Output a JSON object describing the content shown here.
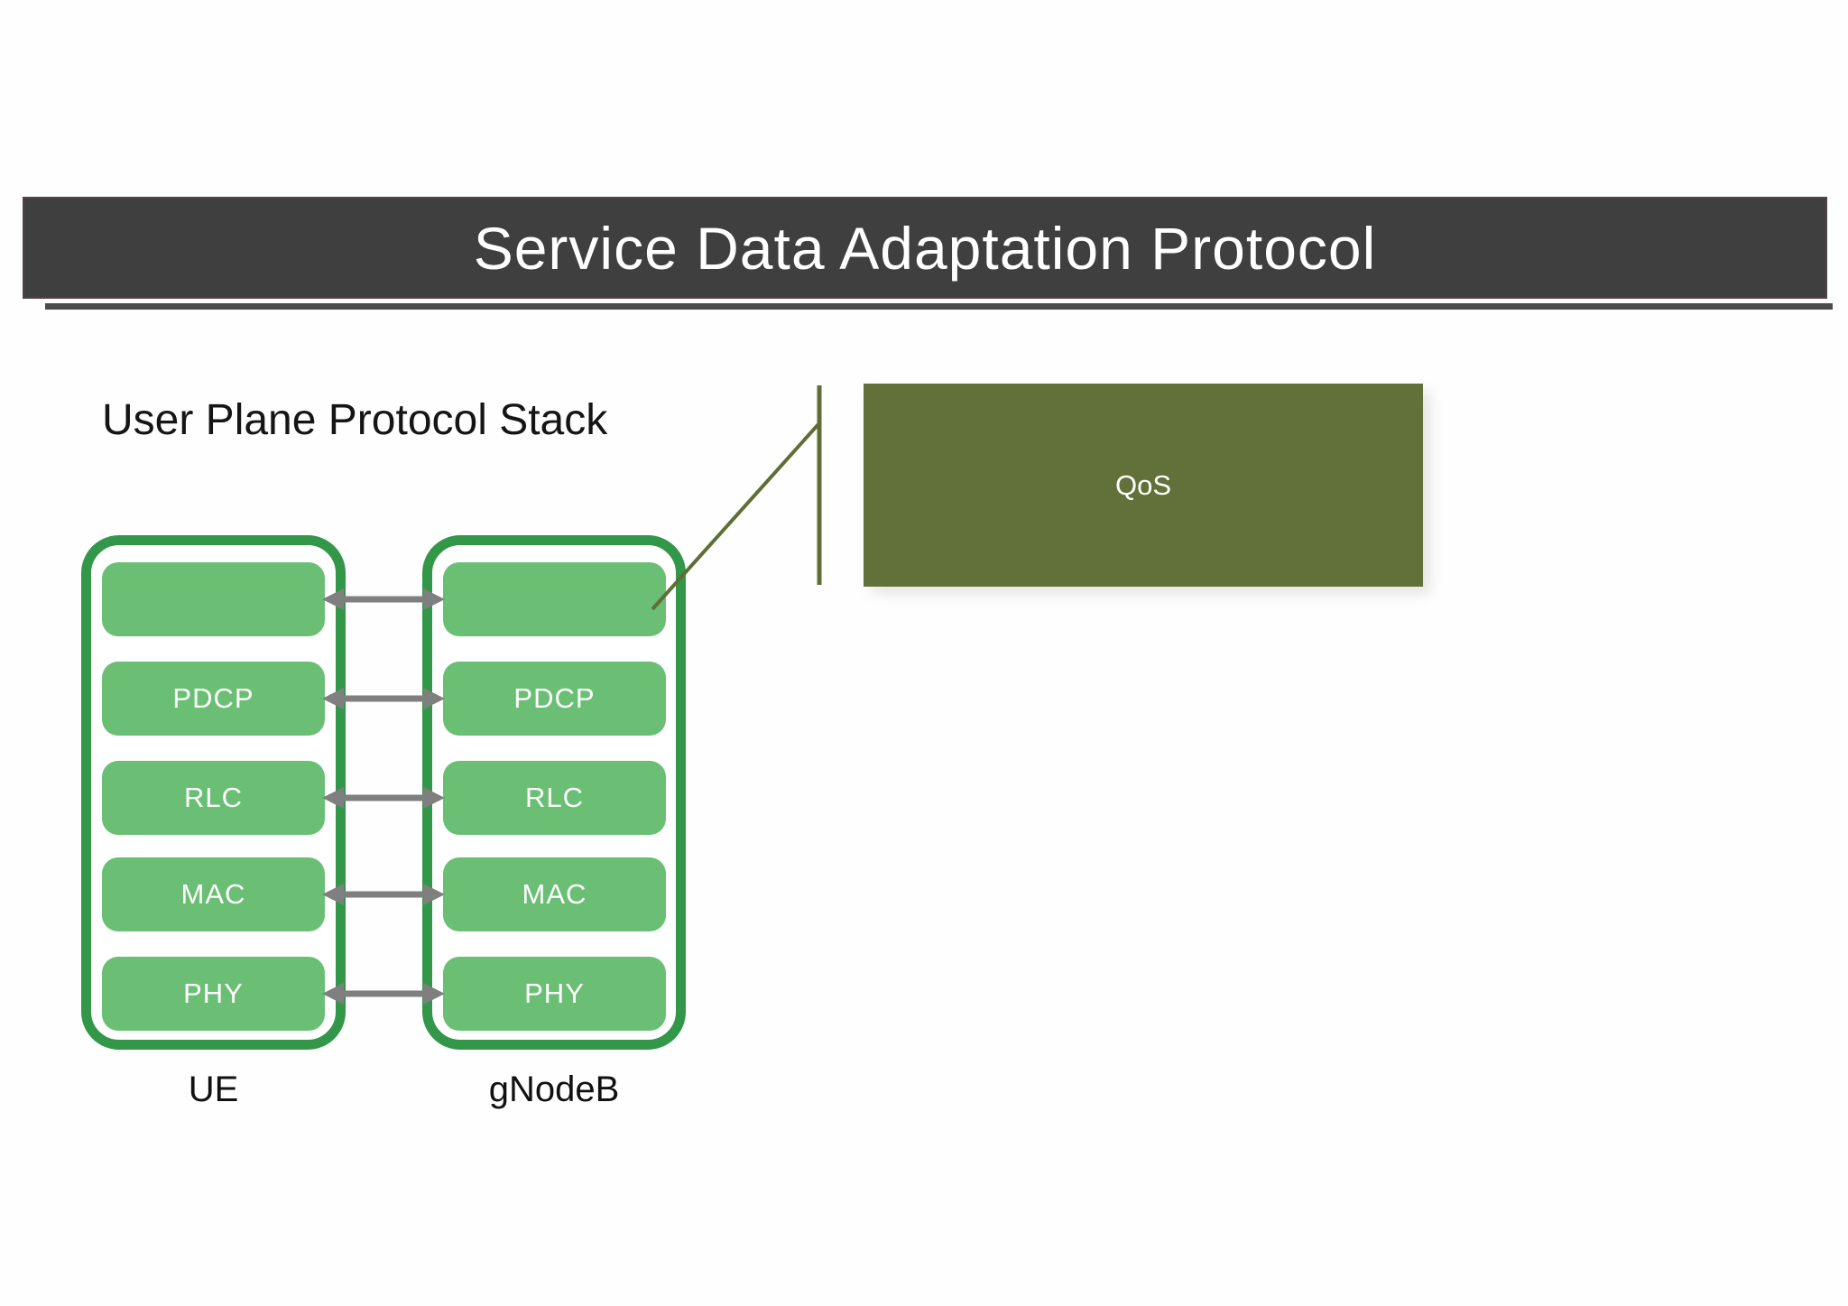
{
  "header": {
    "title": "Service Data Adaptation Protocol"
  },
  "body": {
    "heading": "User Plane Protocol Stack"
  },
  "stacks": [
    {
      "id": "ue",
      "label": "UE",
      "layers": [
        {
          "name": "sdap",
          "label": ""
        },
        {
          "name": "pdcp",
          "label": "PDCP"
        },
        {
          "name": "rlc",
          "label": "RLC"
        },
        {
          "name": "mac",
          "label": "MAC"
        },
        {
          "name": "phy",
          "label": "PHY"
        }
      ]
    },
    {
      "id": "gnodeb",
      "label": "gNodeB",
      "layers": [
        {
          "name": "sdap",
          "label": ""
        },
        {
          "name": "pdcp",
          "label": "PDCP"
        },
        {
          "name": "rlc",
          "label": "RLC"
        },
        {
          "name": "mac",
          "label": "MAC"
        },
        {
          "name": "phy",
          "label": "PHY"
        }
      ]
    }
  ],
  "callout": {
    "label": "QoS"
  },
  "colors": {
    "title_bar": "#3f3f3f",
    "title_text": "#ffffff",
    "stack_border": "#33974a",
    "layer_fill": "#6abf74",
    "layer_text": "#ffffff",
    "arrow": "#7f7f7f",
    "callout_fill": "#627139",
    "callout_line": "#5f6e35"
  }
}
